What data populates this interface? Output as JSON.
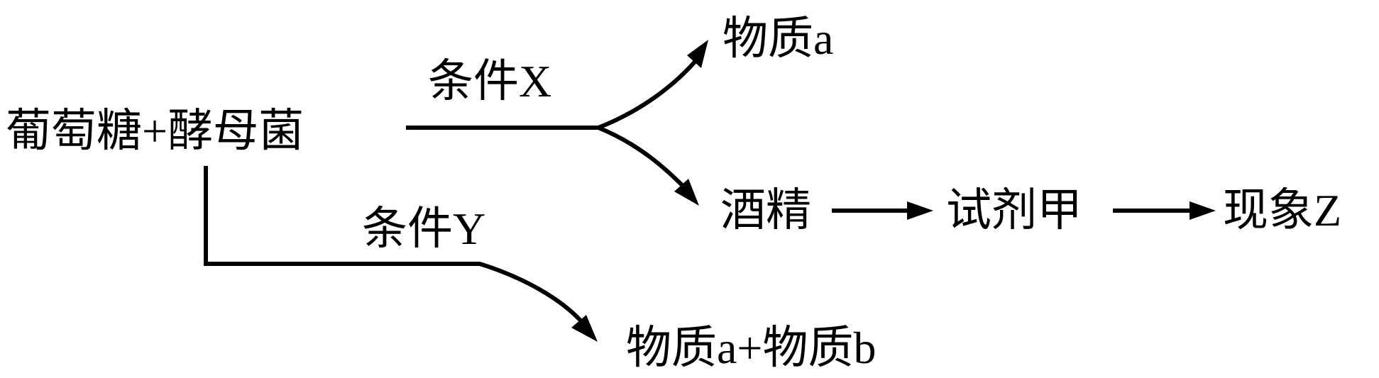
{
  "nodes": {
    "start": "葡萄糖+酵母菌",
    "product_x": "物质a",
    "alcohol": "酒精",
    "reagent": "试剂甲",
    "phenomenon": "现象Z",
    "product_y": "物质a+物质b"
  },
  "conditions": {
    "x": "条件X",
    "y": "条件Y"
  }
}
